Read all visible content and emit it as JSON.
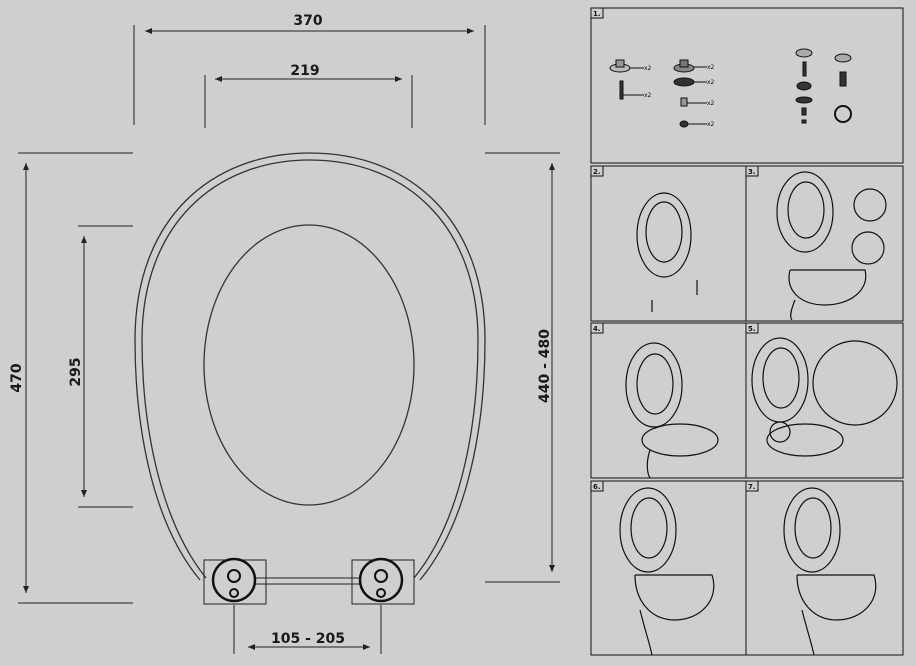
{
  "dimensions": {
    "overall_width": "370",
    "hinge_span": "219",
    "overall_length": "470",
    "opening_length": "295",
    "bowl_length": "440 - 480",
    "hinge_spacing": "105 - 205"
  },
  "steps": [
    "1.",
    "2.",
    "3.",
    "4.",
    "5.",
    "6.",
    "7."
  ],
  "parts": {
    "quantity_labels": [
      "x2",
      "x2",
      "x2",
      "x2",
      "x2",
      "x2"
    ]
  },
  "colors": {
    "background": "#cfcfcf",
    "line": "#222222"
  }
}
